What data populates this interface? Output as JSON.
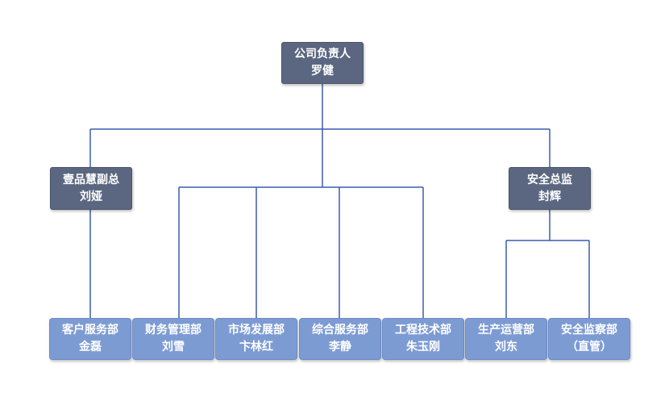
{
  "org_chart": {
    "root": {
      "title": "公司负责人",
      "name": "罗健"
    },
    "vp_left": {
      "title": "壹品慧副总",
      "name": "刘娅"
    },
    "vp_right": {
      "title": "安全总监",
      "name": "封辉"
    },
    "departments": [
      {
        "title": "客户服务部",
        "name": "金磊"
      },
      {
        "title": "财务管理部",
        "name": "刘雪"
      },
      {
        "title": "市场发展部",
        "name": "卞林红"
      },
      {
        "title": "综合服务部",
        "name": "李静"
      },
      {
        "title": "工程技术部",
        "name": "朱玉刚"
      },
      {
        "title": "生产运营部",
        "name": "刘东"
      },
      {
        "title": "安全监察部",
        "name": "（直管）"
      }
    ],
    "colors": {
      "executive_box": "#5b6780",
      "department_box": "#7d9bd3",
      "connector_line": "#3b5cb0"
    }
  }
}
